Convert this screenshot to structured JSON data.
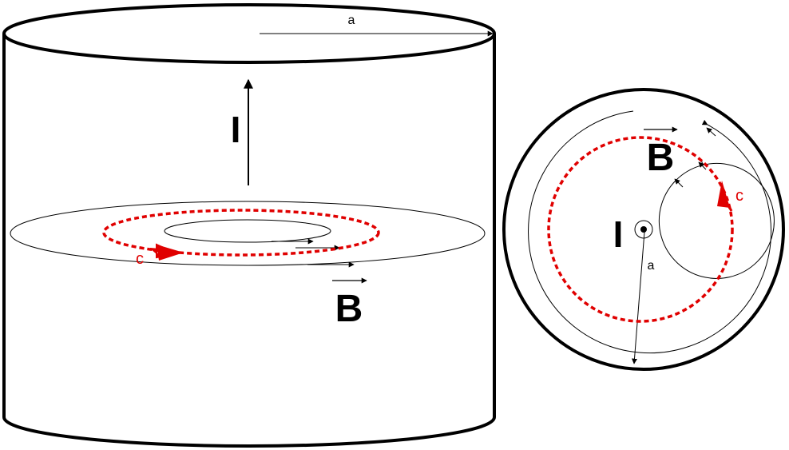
{
  "labels": {
    "radius": "a",
    "current": "I",
    "field": "B",
    "contour": "c"
  },
  "colors": {
    "outline": "#000000",
    "contour": "#e00000",
    "background": "#ffffff"
  },
  "icons": {
    "current_out_of_page": "dot-in-circle-icon",
    "vector_arrow": "overhead-arrow-icon"
  }
}
